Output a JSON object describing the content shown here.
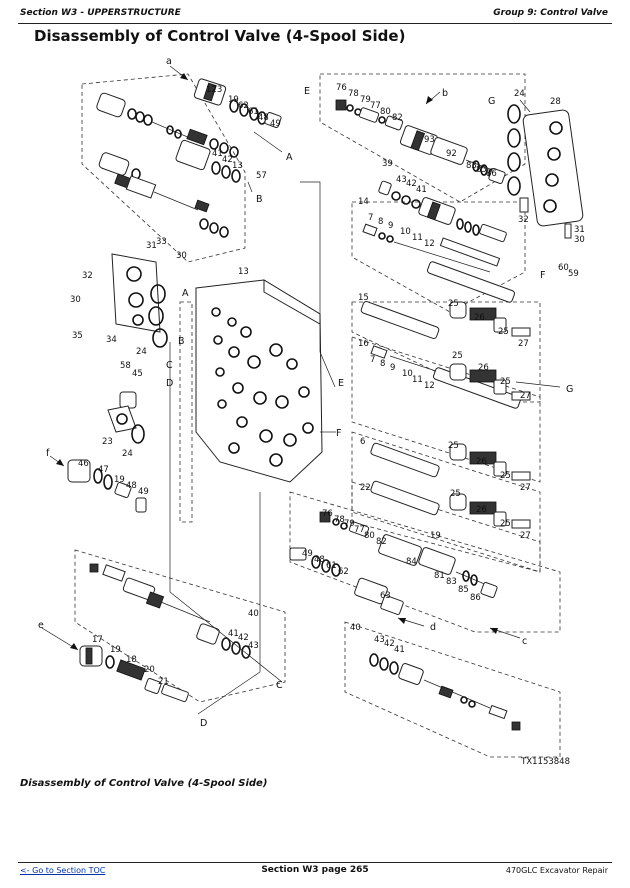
{
  "header": {
    "section": "Section W3 - UPPERSTRUCTURE",
    "group": "Group 9: Control Valve"
  },
  "title": "Disassembly of Control Valve (4-Spool Side)",
  "figure": {
    "ref_code": "TX1153848",
    "view_letters": [
      "a",
      "b",
      "c",
      "d",
      "e",
      "f"
    ],
    "connector_letters": [
      "A",
      "B",
      "C",
      "D",
      "E",
      "F",
      "G"
    ],
    "callouts": {
      "a": [
        "123",
        "19",
        "62",
        "61",
        "48",
        "49",
        "41",
        "42",
        "13",
        "57"
      ],
      "b": [
        "76",
        "78",
        "79",
        "77",
        "80",
        "82",
        "93",
        "92",
        "83",
        "85",
        "86"
      ],
      "top_right": [
        "24",
        "28",
        "32",
        "31",
        "30",
        "60",
        "59"
      ],
      "left_block": [
        "31",
        "33",
        "30",
        "32",
        "30",
        "35",
        "34",
        "24",
        "58",
        "45",
        "23",
        "24"
      ],
      "body": [
        "13",
        "39",
        "43",
        "42",
        "41",
        "14",
        "7",
        "8",
        "9",
        "10",
        "11",
        "12",
        "15",
        "25",
        "26",
        "25",
        "27",
        "16",
        "7",
        "8",
        "9",
        "10",
        "11",
        "12",
        "25",
        "26",
        "25",
        "27",
        "6",
        "25",
        "26",
        "25",
        "27",
        "22",
        "25",
        "26",
        "25",
        "27"
      ],
      "f": [
        "46",
        "47",
        "19",
        "48",
        "49"
      ],
      "lower_middle": [
        "76",
        "78",
        "79",
        "77",
        "80",
        "82",
        "19",
        "49",
        "48",
        "61",
        "62",
        "84",
        "63",
        "81",
        "83",
        "85",
        "86"
      ],
      "lower_left": [
        "40",
        "41",
        "42",
        "43"
      ],
      "e": [
        "17",
        "19",
        "18",
        "20",
        "21"
      ],
      "lower_right": [
        "40",
        "43",
        "42",
        "41"
      ]
    }
  },
  "caption": "Disassembly of Control Valve (4-Spool Side)",
  "footer": {
    "toc_link": "<- Go to Section TOC",
    "page": "Section W3 page 265",
    "manual": "470GLC Excavator Repair"
  }
}
